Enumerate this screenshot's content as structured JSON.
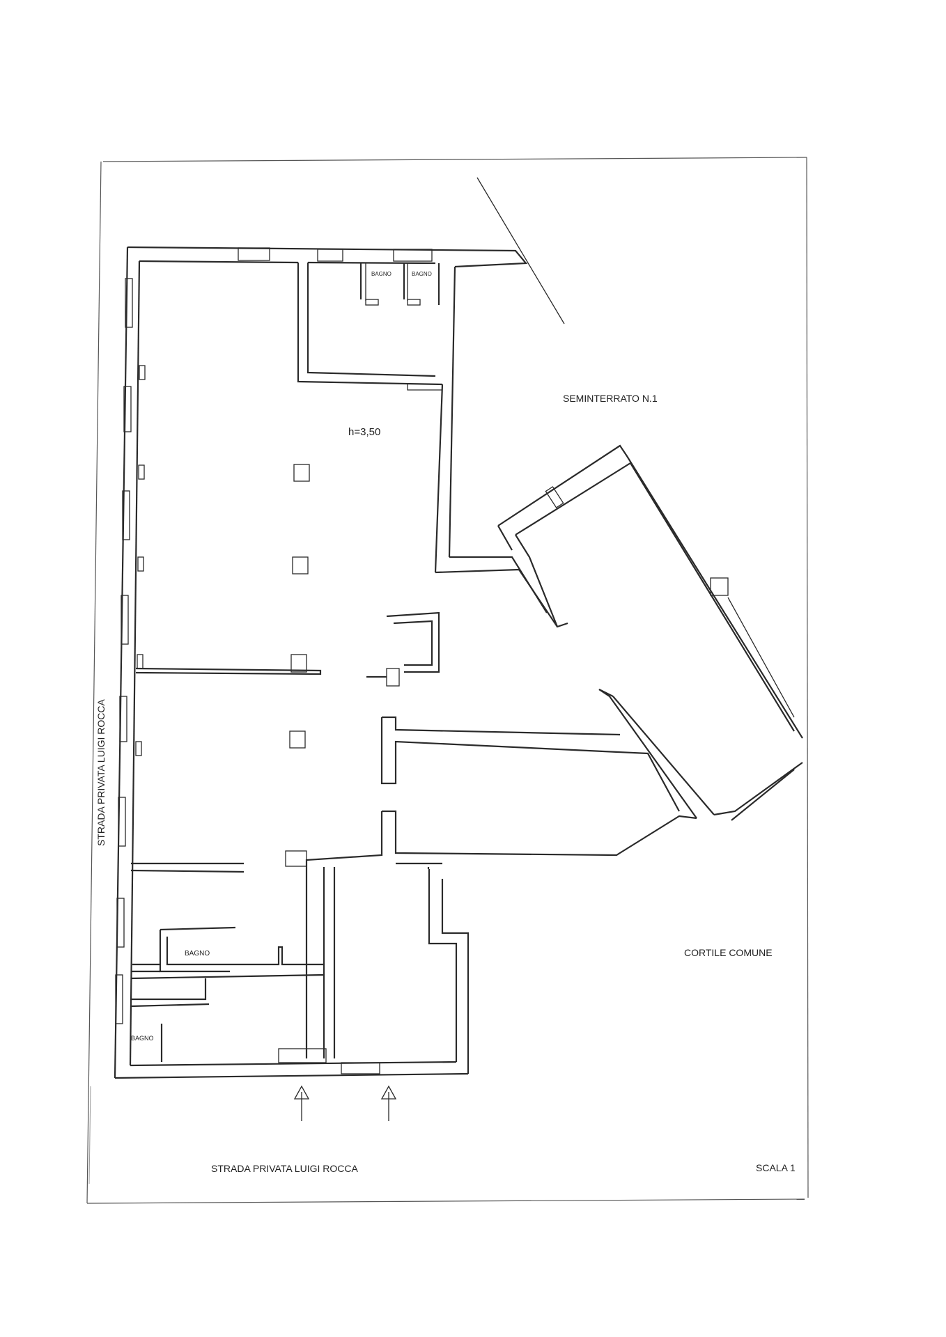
{
  "labels": {
    "seminterrato": "SEMINTERRATO N.1",
    "height": "h=3,50",
    "cortile": "CORTILE COMUNE",
    "strada_bottom": "STRADA PRIVATA LUIGI ROCCA",
    "strada_side": "STRADA PRIVATA LUIGI ROCCA",
    "scala": "SCALA 1",
    "bagno_top_left": "BAGNO",
    "bagno_top_right": "BAGNO",
    "bagno_mid": "BAGNO",
    "bagno_bottom": "BAGNO"
  },
  "colors": {
    "ink": "#2a2a2a",
    "paper": "#ffffff"
  }
}
